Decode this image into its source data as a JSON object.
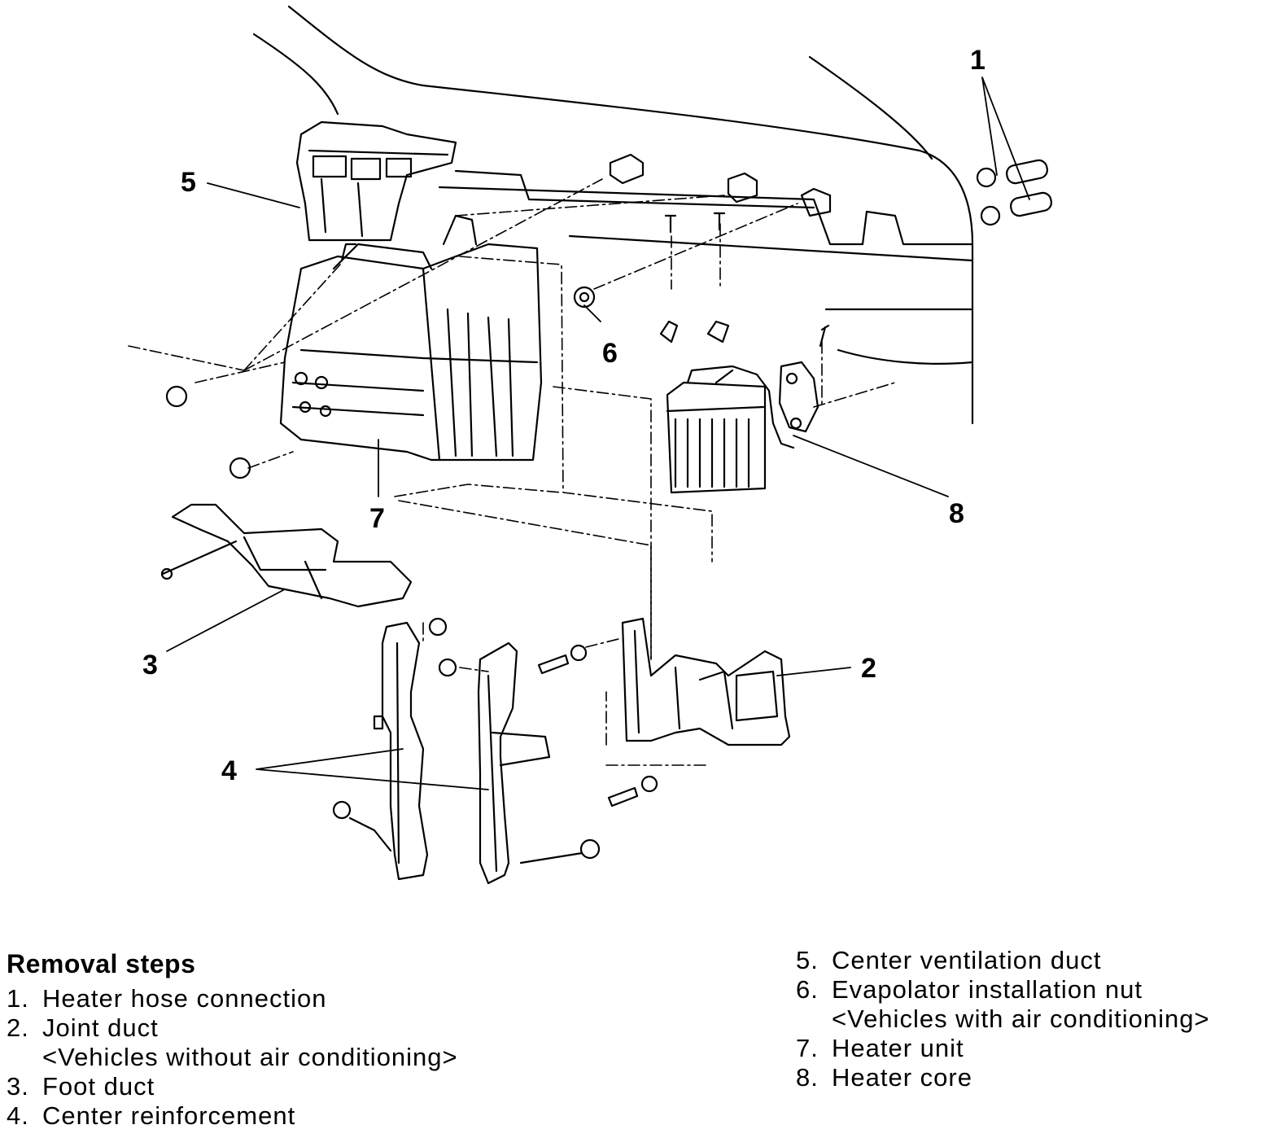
{
  "diagram": {
    "callouts": [
      "1",
      "2",
      "3",
      "4",
      "5",
      "6",
      "7",
      "8"
    ]
  },
  "steps": {
    "heading": "Removal steps",
    "left": [
      {
        "num": "1.",
        "text": "Heater hose connection"
      },
      {
        "num": "2.",
        "text": "Joint duct",
        "note": "<Vehicles without air conditioning>"
      },
      {
        "num": "3.",
        "text": "Foot duct"
      },
      {
        "num": "4.",
        "text": "Center reinforcement"
      }
    ],
    "right": [
      {
        "num": "5.",
        "text": "Center ventilation duct"
      },
      {
        "num": "6.",
        "text": "Evapolator installation nut",
        "note": "<Vehicles with air conditioning>"
      },
      {
        "num": "7.",
        "text": "Heater unit"
      },
      {
        "num": "8.",
        "text": "Heater core"
      }
    ]
  }
}
